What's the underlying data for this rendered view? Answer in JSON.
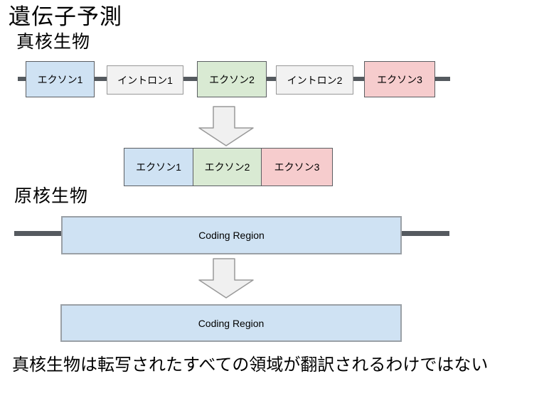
{
  "title": "遺伝子予測",
  "eukaryote": {
    "heading": "真核生物",
    "gene_segments": [
      {
        "label": "エクソン1",
        "type": "exon",
        "color": "#cfe2f3"
      },
      {
        "label": "イントロン1",
        "type": "intron",
        "color": "#f2f2f2"
      },
      {
        "label": "エクソン2",
        "type": "exon",
        "color": "#d9ead3"
      },
      {
        "label": "イントロン2",
        "type": "intron",
        "color": "#f2f2f2"
      },
      {
        "label": "エクソン3",
        "type": "exon",
        "color": "#f6cccd"
      }
    ],
    "mrna_segments": [
      {
        "label": "エクソン1",
        "color": "#cfe2f3"
      },
      {
        "label": "エクソン2",
        "color": "#d9ead3"
      },
      {
        "label": "エクソン3",
        "color": "#f6cccd"
      }
    ]
  },
  "prokaryote": {
    "heading": "原核生物",
    "dna_label": "Coding Region",
    "mrna_label": "Coding Region"
  },
  "caption": "真核生物は転写されたすべての領域が翻訳されるわけではない",
  "colors": {
    "dna_line": "#555a5f",
    "exon_border": "#5b5e62",
    "intron_border": "#989898",
    "coding_border": "#9aa0a6",
    "arrow_fill": "#f0f0f0",
    "arrow_border": "#999999"
  }
}
